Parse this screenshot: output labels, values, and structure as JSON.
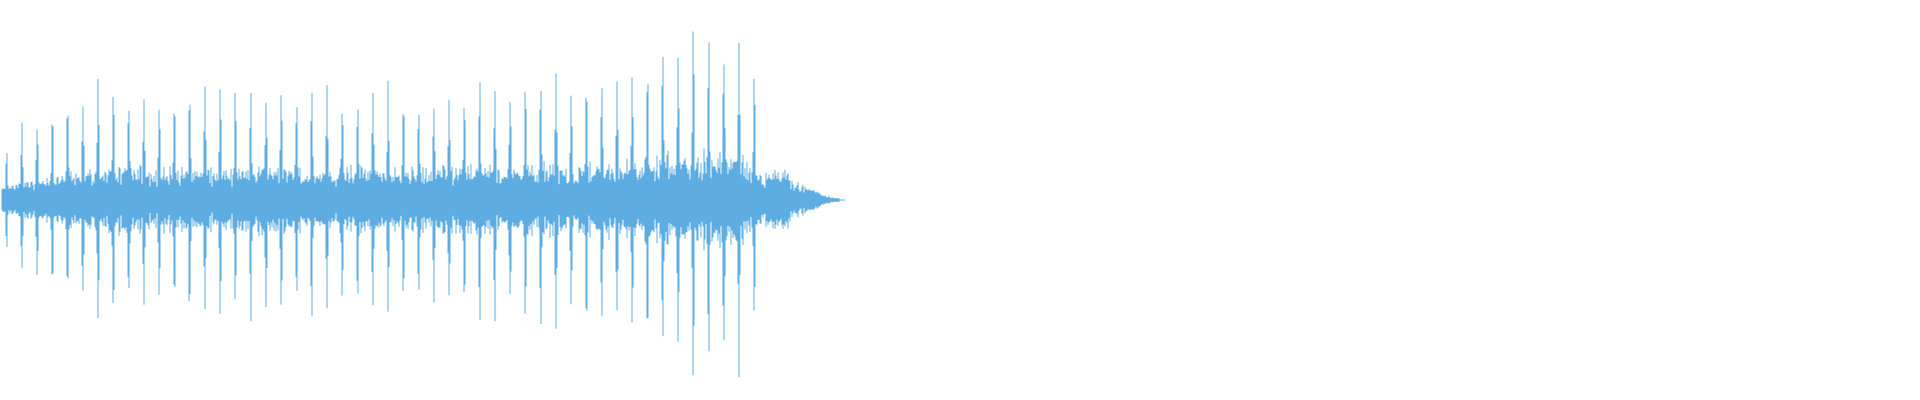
{
  "waveform": {
    "color": "#5dade2",
    "background": "#ffffff",
    "audio_fraction_of_width": 0.437,
    "total_duration_fraction_with_audio": 0.437,
    "peaks_envelope": [
      0.25,
      0.45,
      0.5,
      0.55,
      0.65,
      0.7,
      0.72,
      0.7,
      0.68,
      0.7,
      0.72,
      0.68,
      0.66,
      0.7,
      0.72,
      0.7,
      0.68,
      0.66,
      0.68,
      0.7,
      0.72,
      0.68,
      0.66,
      0.7,
      0.74,
      0.72,
      0.7,
      0.68,
      0.72,
      0.74,
      0.76,
      0.78,
      0.8,
      0.84,
      0.88,
      0.92,
      0.96,
      1.0,
      0.98,
      0.95,
      0.55,
      0.2,
      0.08,
      0.04,
      0.02
    ],
    "pulse_count": 50
  }
}
